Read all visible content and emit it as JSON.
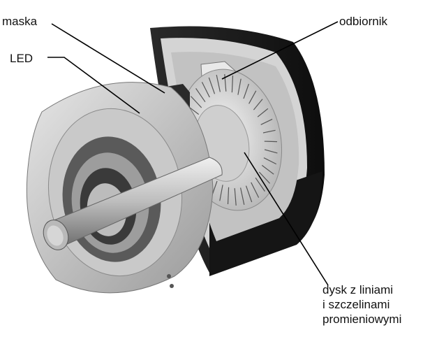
{
  "labels": {
    "mask": "maska",
    "led": "LED",
    "receiver": "odbiornik",
    "disk": [
      "dysk z liniami",
      "i szczelinami",
      "promieniowymi"
    ]
  },
  "colors": {
    "housing_dark": "#1c1c1c",
    "housing_light": "#d9d9d9",
    "metal_mid": "#a8a8a8",
    "leader_line": "#000000"
  }
}
